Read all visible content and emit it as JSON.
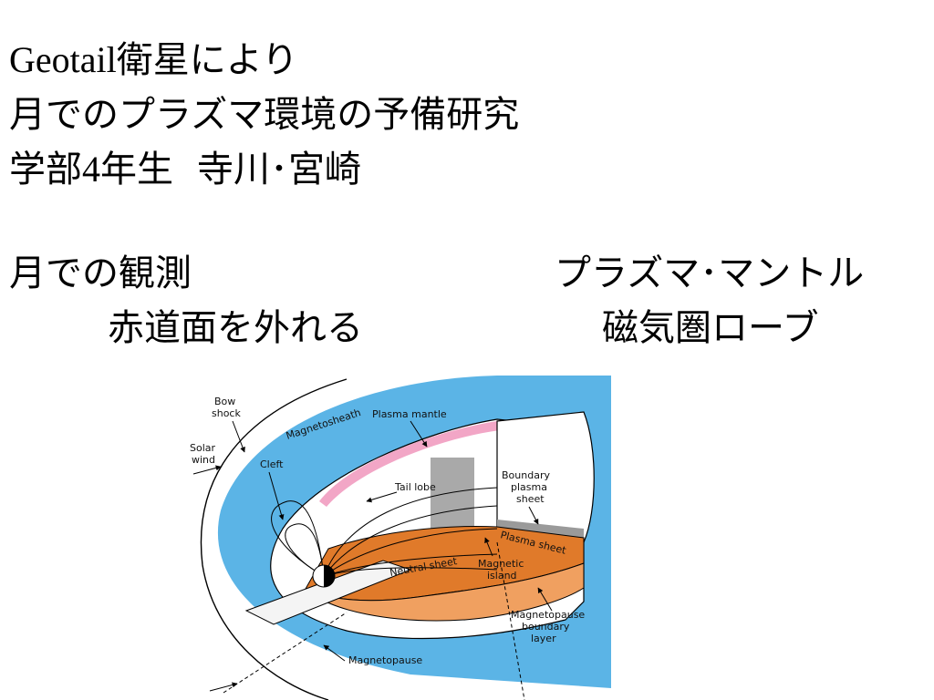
{
  "title": {
    "line1_latin": "Geotail",
    "line1_rest": "衛星により",
    "line2": "月でのプラズマ環境の予備研究",
    "line3_a": "学部",
    "line3_num": "4",
    "line3_b": "年生",
    "line3_names": "寺川･宮崎"
  },
  "left_heading": {
    "line1": "月での観測",
    "line2": "赤道面を外れる"
  },
  "right_heading": {
    "line1": "プラズマ･マントル",
    "line2": "磁気圏ローブ"
  },
  "diagram": {
    "labels": {
      "bow_shock_1": "Bow",
      "bow_shock_2": "shock",
      "solar_wind_1": "Solar",
      "solar_wind_2": "wind",
      "magnetosheath": "Magnetosheath",
      "plasma_mantle": "Plasma mantle",
      "cleft": "Cleft",
      "tail_lobe": "Tail lobe",
      "bps_1": "Boundary",
      "bps_2": "plasma",
      "bps_3": "sheet",
      "plasma_sheet": "Plasma sheet",
      "neutral_sheet": "Neutral sheet",
      "magnetic_island_1": "Magnetic",
      "magnetic_island_2": "island",
      "mpbl_1": "Magnetopause",
      "mpbl_2": "boundary",
      "mpbl_3": "layer",
      "magnetopause": "Magnetopause"
    },
    "colors": {
      "magnetosheath_blue": "#5bb4e6",
      "plasma_sheet_orange": "#e07a2a",
      "mantle_pink": "#f2a6c6",
      "boundary_gray": "#9a9a9a",
      "moon_gray": "#a8a8a8"
    }
  }
}
